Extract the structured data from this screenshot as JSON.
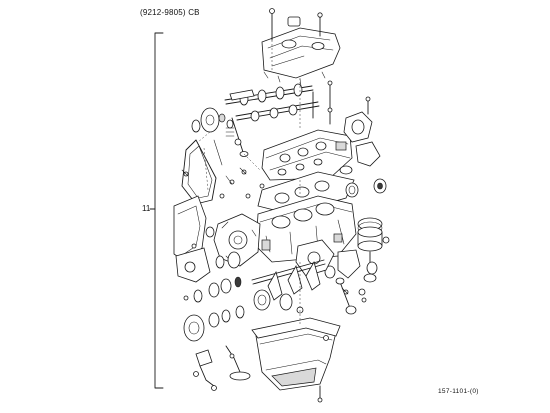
{
  "header": {
    "model_code": "(9212-9805) CB"
  },
  "bracket": {
    "index_label": "11"
  },
  "footer": {
    "reference": "157-1101-(0)"
  }
}
